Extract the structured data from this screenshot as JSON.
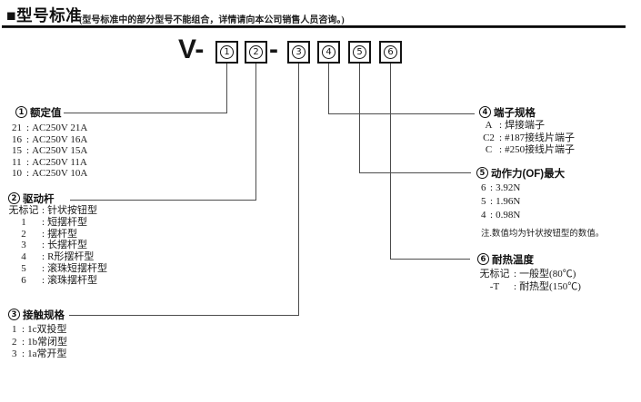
{
  "header": {
    "title": "■型号标准",
    "note": "(型号标准中的部分型号不能组合，详情请向本公司销售人员咨询。)"
  },
  "model": {
    "prefix": "V-",
    "separator": "-",
    "boxes": [
      "1",
      "2",
      "3",
      "4",
      "5",
      "6"
    ]
  },
  "punct": {
    "colon": ":"
  },
  "colors": {
    "text": "#1a1a1a",
    "line": "#4c4c4c",
    "rule": "#111111"
  },
  "sections": [
    {
      "num": "1",
      "title": "额定值",
      "items": [
        {
          "code": "21",
          "label": "AC250V 21A"
        },
        {
          "code": "16",
          "label": "AC250V 16A"
        },
        {
          "code": "15",
          "label": "AC250V 15A"
        },
        {
          "code": "11",
          "label": "AC250V 11A"
        },
        {
          "code": "10",
          "label": "AC250V 10A"
        }
      ]
    },
    {
      "num": "2",
      "title": "驱动杆",
      "items": [
        {
          "code": "无标记",
          "label": "针状按钮型"
        },
        {
          "code": "1",
          "label": "短摆杆型"
        },
        {
          "code": "2",
          "label": "摆杆型"
        },
        {
          "code": "3",
          "label": "长摆杆型"
        },
        {
          "code": "4",
          "label": "R形摆杆型"
        },
        {
          "code": "5",
          "label": "滚珠短摆杆型"
        },
        {
          "code": "6",
          "label": "滚珠摆杆型"
        }
      ]
    },
    {
      "num": "3",
      "title": "接触规格",
      "items": [
        {
          "code": "1",
          "label": "1c双投型"
        },
        {
          "code": "2",
          "label": "1b常闭型"
        },
        {
          "code": "3",
          "label": "1a常开型"
        }
      ]
    },
    {
      "num": "4",
      "title": "端子规格",
      "items": [
        {
          "code": "A",
          "label": "焊接端子"
        },
        {
          "code": "C2",
          "label": "#187接线片端子"
        },
        {
          "code": "C",
          "label": "#250接线片端子"
        }
      ]
    },
    {
      "num": "5",
      "title": "动作力(OF)最大",
      "items": [
        {
          "code": "6",
          "label": "3.92N"
        },
        {
          "code": "5",
          "label": "1.96N"
        },
        {
          "code": "4",
          "label": "0.98N"
        }
      ],
      "note": "注.数值均为针状按钮型的数值。"
    },
    {
      "num": "6",
      "title": "耐热温度",
      "items": [
        {
          "code": "无标记",
          "label": "一般型(80℃)"
        },
        {
          "code": "-T",
          "label": "耐热型(150℃)"
        }
      ]
    }
  ]
}
